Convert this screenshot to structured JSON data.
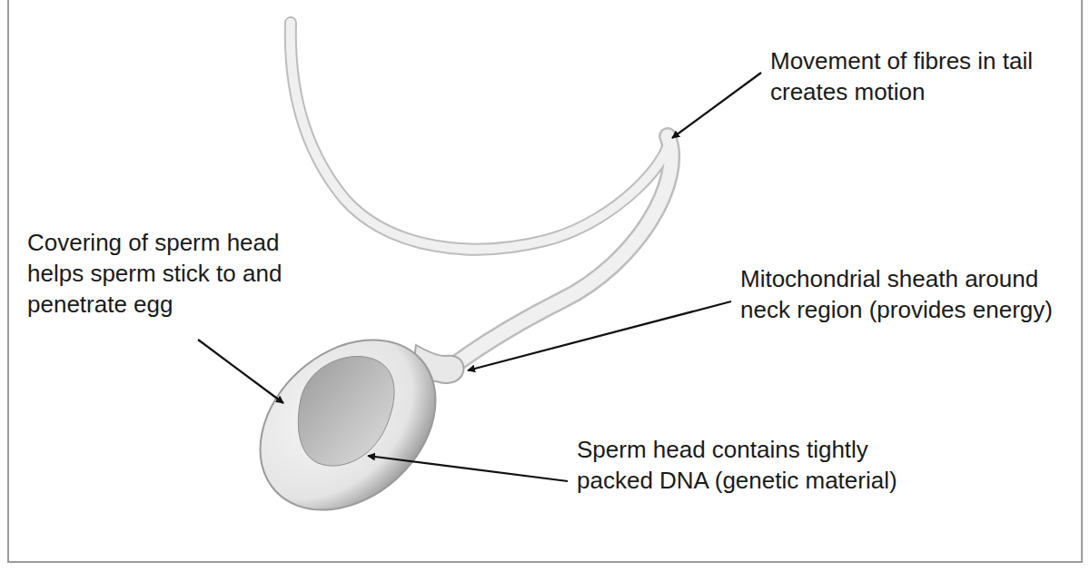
{
  "diagram": {
    "labels": [
      "Movement of fibres in tail creates motion",
      "Covering of sperm head helps sperm stick to and penetrate egg",
      "Mitochondrial sheath around neck region (provides energy)",
      "Sperm head contains tightly packed DNA (genetic material)"
    ]
  }
}
